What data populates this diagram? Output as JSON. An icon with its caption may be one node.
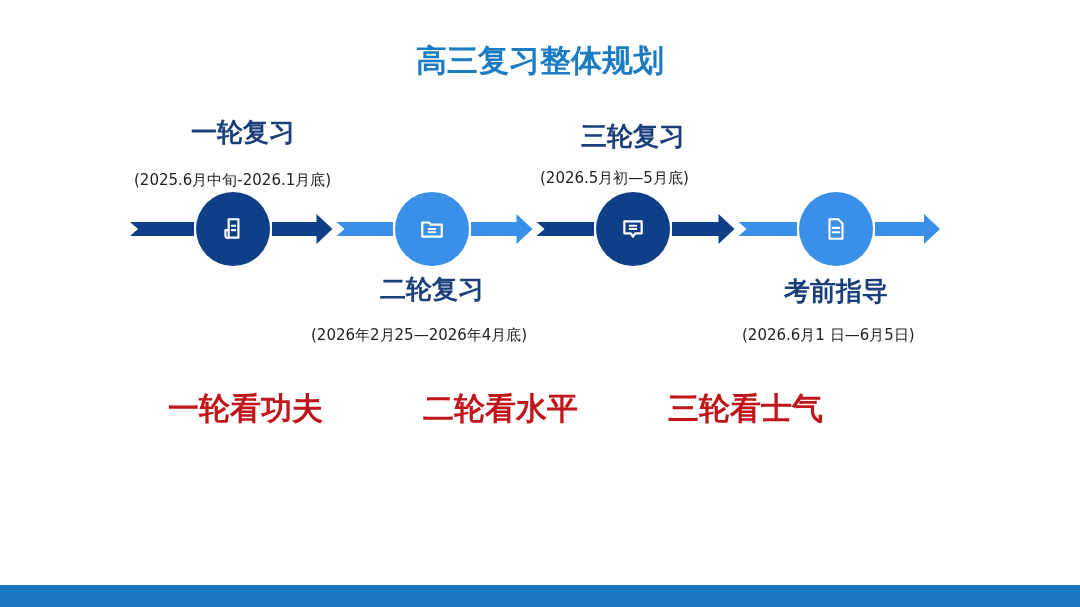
{
  "diagram": {
    "title": "高三复习整体规划",
    "nodes": [
      {
        "text": [],
        "shape": "circle",
        "beside": [
          "一轮复习",
          "(2025.6月中旬-2026.1月底)"
        ]
      },
      {
        "text": [],
        "shape": "circle",
        "beside": [
          "二轮复习",
          "(2026年2月25—2026年4月底)"
        ]
      },
      {
        "text": [],
        "shape": "circle",
        "beside": [
          "三轮复习",
          "(2026.5月初—5月底)"
        ]
      },
      {
        "text": [],
        "shape": "circle",
        "beside": [
          "考前指导",
          "(2026.6月1 日—6月5日)"
        ]
      }
    ],
    "edges": [
      {
        "from": null,
        "to": 0,
        "arrow": "none"
      },
      {
        "from": 0,
        "to": 1,
        "arrow": "to"
      },
      {
        "from": 1,
        "to": 2,
        "arrow": "to"
      },
      {
        "from": 2,
        "to": 3,
        "arrow": "to"
      },
      {
        "from": 3,
        "to": null,
        "arrow": "to"
      }
    ],
    "labels": [
      "一轮看功夫",
      "二轮看水平",
      "三轮看士气"
    ]
  }
}
